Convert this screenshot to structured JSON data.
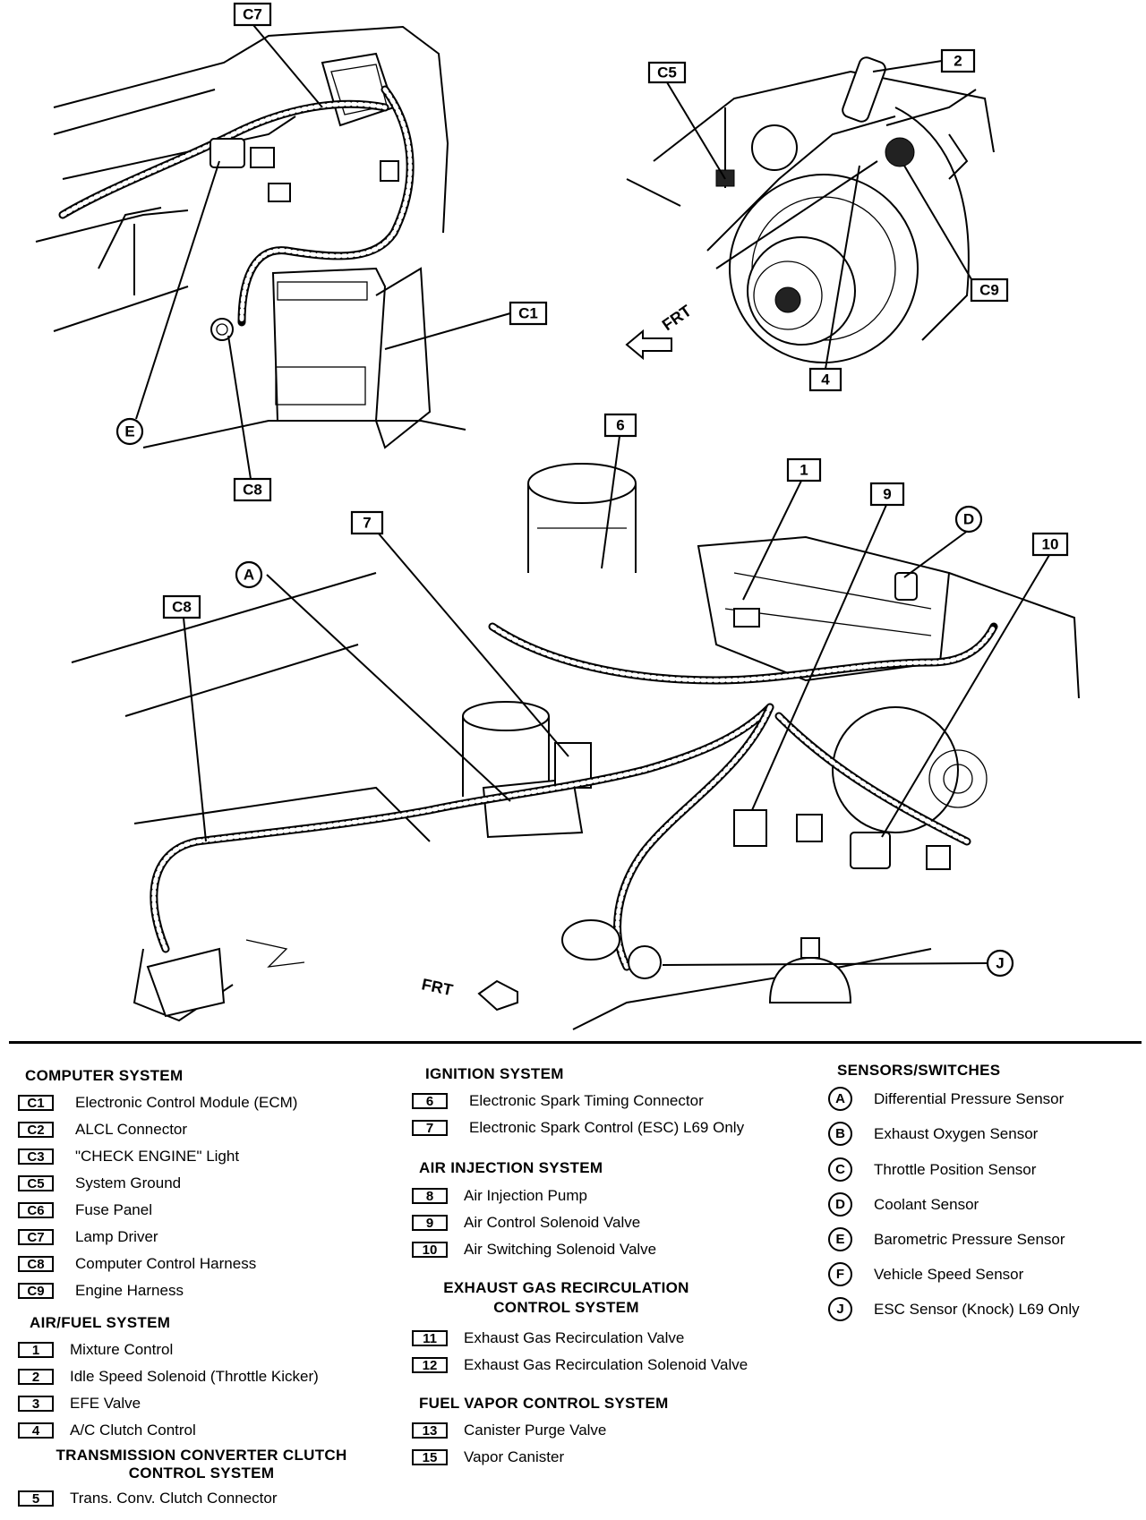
{
  "callouts": {
    "c7": "C7",
    "c5": "C5",
    "n2": "2",
    "c1": "C1",
    "c9": "C9",
    "n4": "4",
    "e": "E",
    "c8_top": "C8",
    "n6": "6",
    "n1": "1",
    "n9": "9",
    "d": "D",
    "n10": "10",
    "n7": "7",
    "a": "A",
    "c8": "C8",
    "j": "J"
  },
  "frt_label_top": "FRT",
  "frt_label_bottom": "FRT",
  "legend": {
    "computer_system": {
      "title": "COMPUTER SYSTEM",
      "items": [
        {
          "key": "C1",
          "label": "Electronic Control Module (ECM)"
        },
        {
          "key": "C2",
          "label": "ALCL Connector"
        },
        {
          "key": "C3",
          "label": "\"CHECK ENGINE\" Light"
        },
        {
          "key": "C5",
          "label": "System Ground"
        },
        {
          "key": "C6",
          "label": "Fuse Panel"
        },
        {
          "key": "C7",
          "label": "Lamp Driver"
        },
        {
          "key": "C8",
          "label": "Computer Control Harness"
        },
        {
          "key": "C9",
          "label": "Engine Harness"
        }
      ]
    },
    "air_fuel_system": {
      "title": "AIR/FUEL SYSTEM",
      "items": [
        {
          "key": "1",
          "label": "Mixture Control"
        },
        {
          "key": "2",
          "label": "Idle Speed Solenoid (Throttle Kicker)"
        },
        {
          "key": "3",
          "label": "EFE Valve"
        },
        {
          "key": "4",
          "label": "A/C Clutch Control"
        }
      ]
    },
    "tcc_system": {
      "title_line1": "TRANSMISSION CONVERTER CLUTCH",
      "title_line2": "CONTROL SYSTEM",
      "items": [
        {
          "key": "5",
          "label": "Trans. Conv. Clutch Connector"
        }
      ]
    },
    "ignition_system": {
      "title": "IGNITION SYSTEM",
      "items": [
        {
          "key": "6",
          "label": "Electronic Spark Timing Connector"
        },
        {
          "key": "7",
          "label": "Electronic Spark Control (ESC) L69 Only"
        }
      ]
    },
    "air_injection_system": {
      "title": "AIR INJECTION SYSTEM",
      "items": [
        {
          "key": "8",
          "label": "Air Injection Pump"
        },
        {
          "key": "9",
          "label": "Air Control Solenoid Valve"
        },
        {
          "key": "10",
          "label": "Air Switching Solenoid Valve"
        }
      ]
    },
    "egr_system": {
      "title_line1": "EXHAUST GAS RECIRCULATION",
      "title_line2": "CONTROL SYSTEM",
      "items": [
        {
          "key": "11",
          "label": "Exhaust Gas Recirculation Valve"
        },
        {
          "key": "12",
          "label": "Exhaust Gas Recirculation Solenoid Valve"
        }
      ]
    },
    "fuel_vapor_system": {
      "title": "FUEL VAPOR CONTROL SYSTEM",
      "items": [
        {
          "key": "13",
          "label": "Canister Purge Valve"
        },
        {
          "key": "15",
          "label": "Vapor Canister"
        }
      ]
    },
    "sensors_switches": {
      "title": "SENSORS/SWITCHES",
      "items": [
        {
          "key": "A",
          "label": "Differential Pressure Sensor"
        },
        {
          "key": "B",
          "label": "Exhaust Oxygen Sensor"
        },
        {
          "key": "C",
          "label": "Throttle Position Sensor"
        },
        {
          "key": "D",
          "label": "Coolant Sensor"
        },
        {
          "key": "E",
          "label": "Barometric Pressure Sensor"
        },
        {
          "key": "F",
          "label": "Vehicle Speed Sensor"
        },
        {
          "key": "J",
          "label": "ESC Sensor (Knock) L69 Only"
        }
      ]
    }
  }
}
